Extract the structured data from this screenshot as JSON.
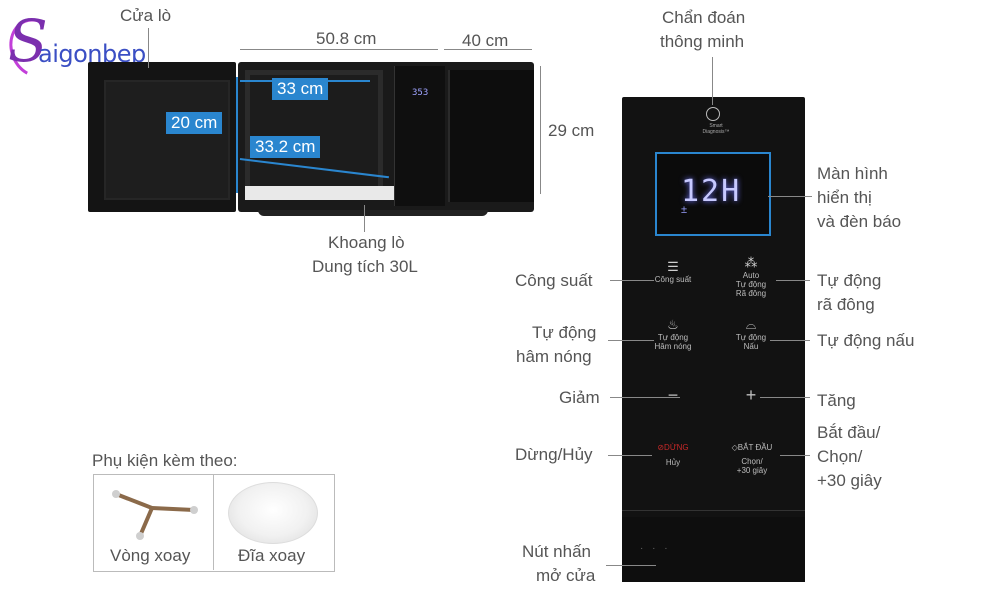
{
  "logo": {
    "text": "Saigonbep",
    "initial": "S",
    "rest": "aigonbep"
  },
  "dimensions": {
    "width": "50.8 cm",
    "depth": "40 cm",
    "height": "29 cm",
    "inner_width": "33 cm",
    "inner_height": "20 cm",
    "inner_depth": "33.2 cm"
  },
  "labels": {
    "door": "Cửa lò",
    "cavity_line1": "Khoang lò",
    "cavity_line2": "Dung tích 30L",
    "smart_line1": "Chẩn đoán",
    "smart_line2": "thông minh",
    "display_line1": "Màn hình",
    "display_line2": "hiển thị",
    "display_line3": "và đèn báo",
    "power": "Công suất",
    "auto_defrost_line1": "Tự động",
    "auto_defrost_line2": "rã đông",
    "auto_reheat_line1": "Tự động",
    "auto_reheat_line2": "hâm nóng",
    "auto_cook": "Tự động nấu",
    "decrease": "Giảm",
    "increase": "Tăng",
    "stop_cancel": "Dừng/Hủy",
    "start_line1": "Bắt đầu/",
    "start_line2": "Chọn/",
    "start_line3": "+30 giây",
    "door_button_line1": "Nút nhấn",
    "door_button_line2": "mở cửa"
  },
  "panel": {
    "smart_caption": "Smart Diagnosis™",
    "display_digits": "12H",
    "display_small": "±",
    "btn_power": "Công suất",
    "btn_auto_small": "Auto",
    "btn_defrost_l1": "Tự động",
    "btn_defrost_l2": "Rã đông",
    "btn_reheat_l1": "Tự động",
    "btn_reheat_l2": "Hâm nóng",
    "btn_cook_l1": "Tự động",
    "btn_cook_l2": "Nấu",
    "btn_minus": "−",
    "btn_plus": "+",
    "btn_stop_top": "⊘DỪNG",
    "btn_stop_bottom": "Hủy",
    "btn_start_top": "◇BẮT ĐẦU",
    "btn_start_l2": "Chọn/",
    "btn_start_l3": "+30 giây"
  },
  "accessories": {
    "title": "Phụ kiện kèm theo:",
    "item1": "Vòng xoay",
    "item2": "Đĩa xoay"
  },
  "colors": {
    "accent": "#2a86cf",
    "panel": "#121212",
    "logo_purple": "#7b2fae",
    "logo_blue": "#3b4fc4"
  }
}
